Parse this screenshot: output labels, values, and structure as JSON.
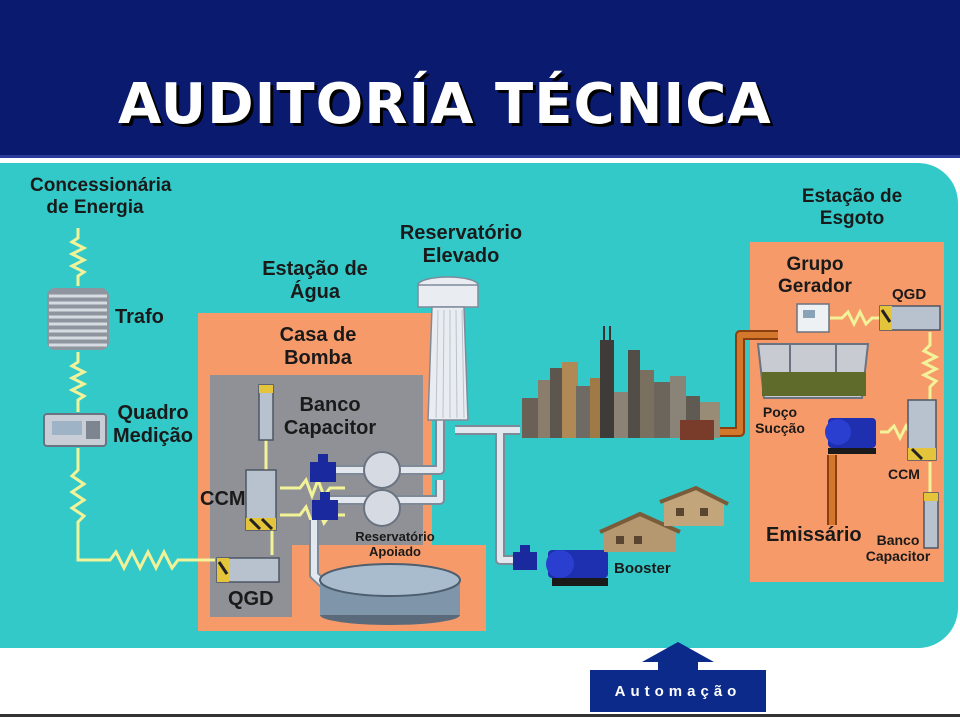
{
  "title": "AUDITORÍA TÉCNICA",
  "labels": {
    "concessionaria_1": "Concessionária",
    "concessionaria_2": "de Energia",
    "trafo": "Trafo",
    "quadro_1": "Quadro",
    "quadro_2": "Medição",
    "estacao_agua_1": "Estação de",
    "estacao_agua_2": "Água",
    "reservatorio_elevado_1": "Reservatório",
    "reservatorio_elevado_2": "Elevado",
    "casa_bomba_1": "Casa de",
    "casa_bomba_2": "Bomba",
    "banco_capacitor_agua_1": "Banco",
    "banco_capacitor_agua_2": "Capacitor",
    "ccm_agua": "CCM",
    "qgd_agua": "QGD",
    "reservatorio_apoiado_1": "Reservatório",
    "reservatorio_apoiado_2": "Apoiado",
    "booster": "Booster",
    "estacao_esgoto_1": "Estação de",
    "estacao_esgoto_2": "Esgoto",
    "grupo_gerador_1": "Grupo",
    "grupo_gerador_2": "Gerador",
    "qgd_esgoto": "QGD",
    "poco_succao_1": "Poço",
    "poco_succao_2": "Sucção",
    "ccm_esgoto": "CCM",
    "emissario": "Emissário",
    "banco_capacitor_esgoto_1": "Banco",
    "banco_capacitor_esgoto_2": "Capacitor"
  },
  "automacao_button": "Automação",
  "colors": {
    "header": "#0a1a6e",
    "panel": "#33c9c9",
    "station_box": "#f79a6a",
    "pump_house": "#8f9196",
    "electric_line": "#f2f299",
    "pipe": "#d8dde6",
    "sewage_pipe": "#c0651f",
    "button": "#0b2a8a"
  },
  "icons": [
    "transformer-icon",
    "meter-panel-icon",
    "electrical-cabinet-icon",
    "valve-icon",
    "pump-icon",
    "water-tank-icon",
    "water-tower-icon",
    "city-skyline-icon",
    "houses-icon",
    "generator-icon",
    "settling-tank-icon",
    "up-arrow-icon"
  ]
}
